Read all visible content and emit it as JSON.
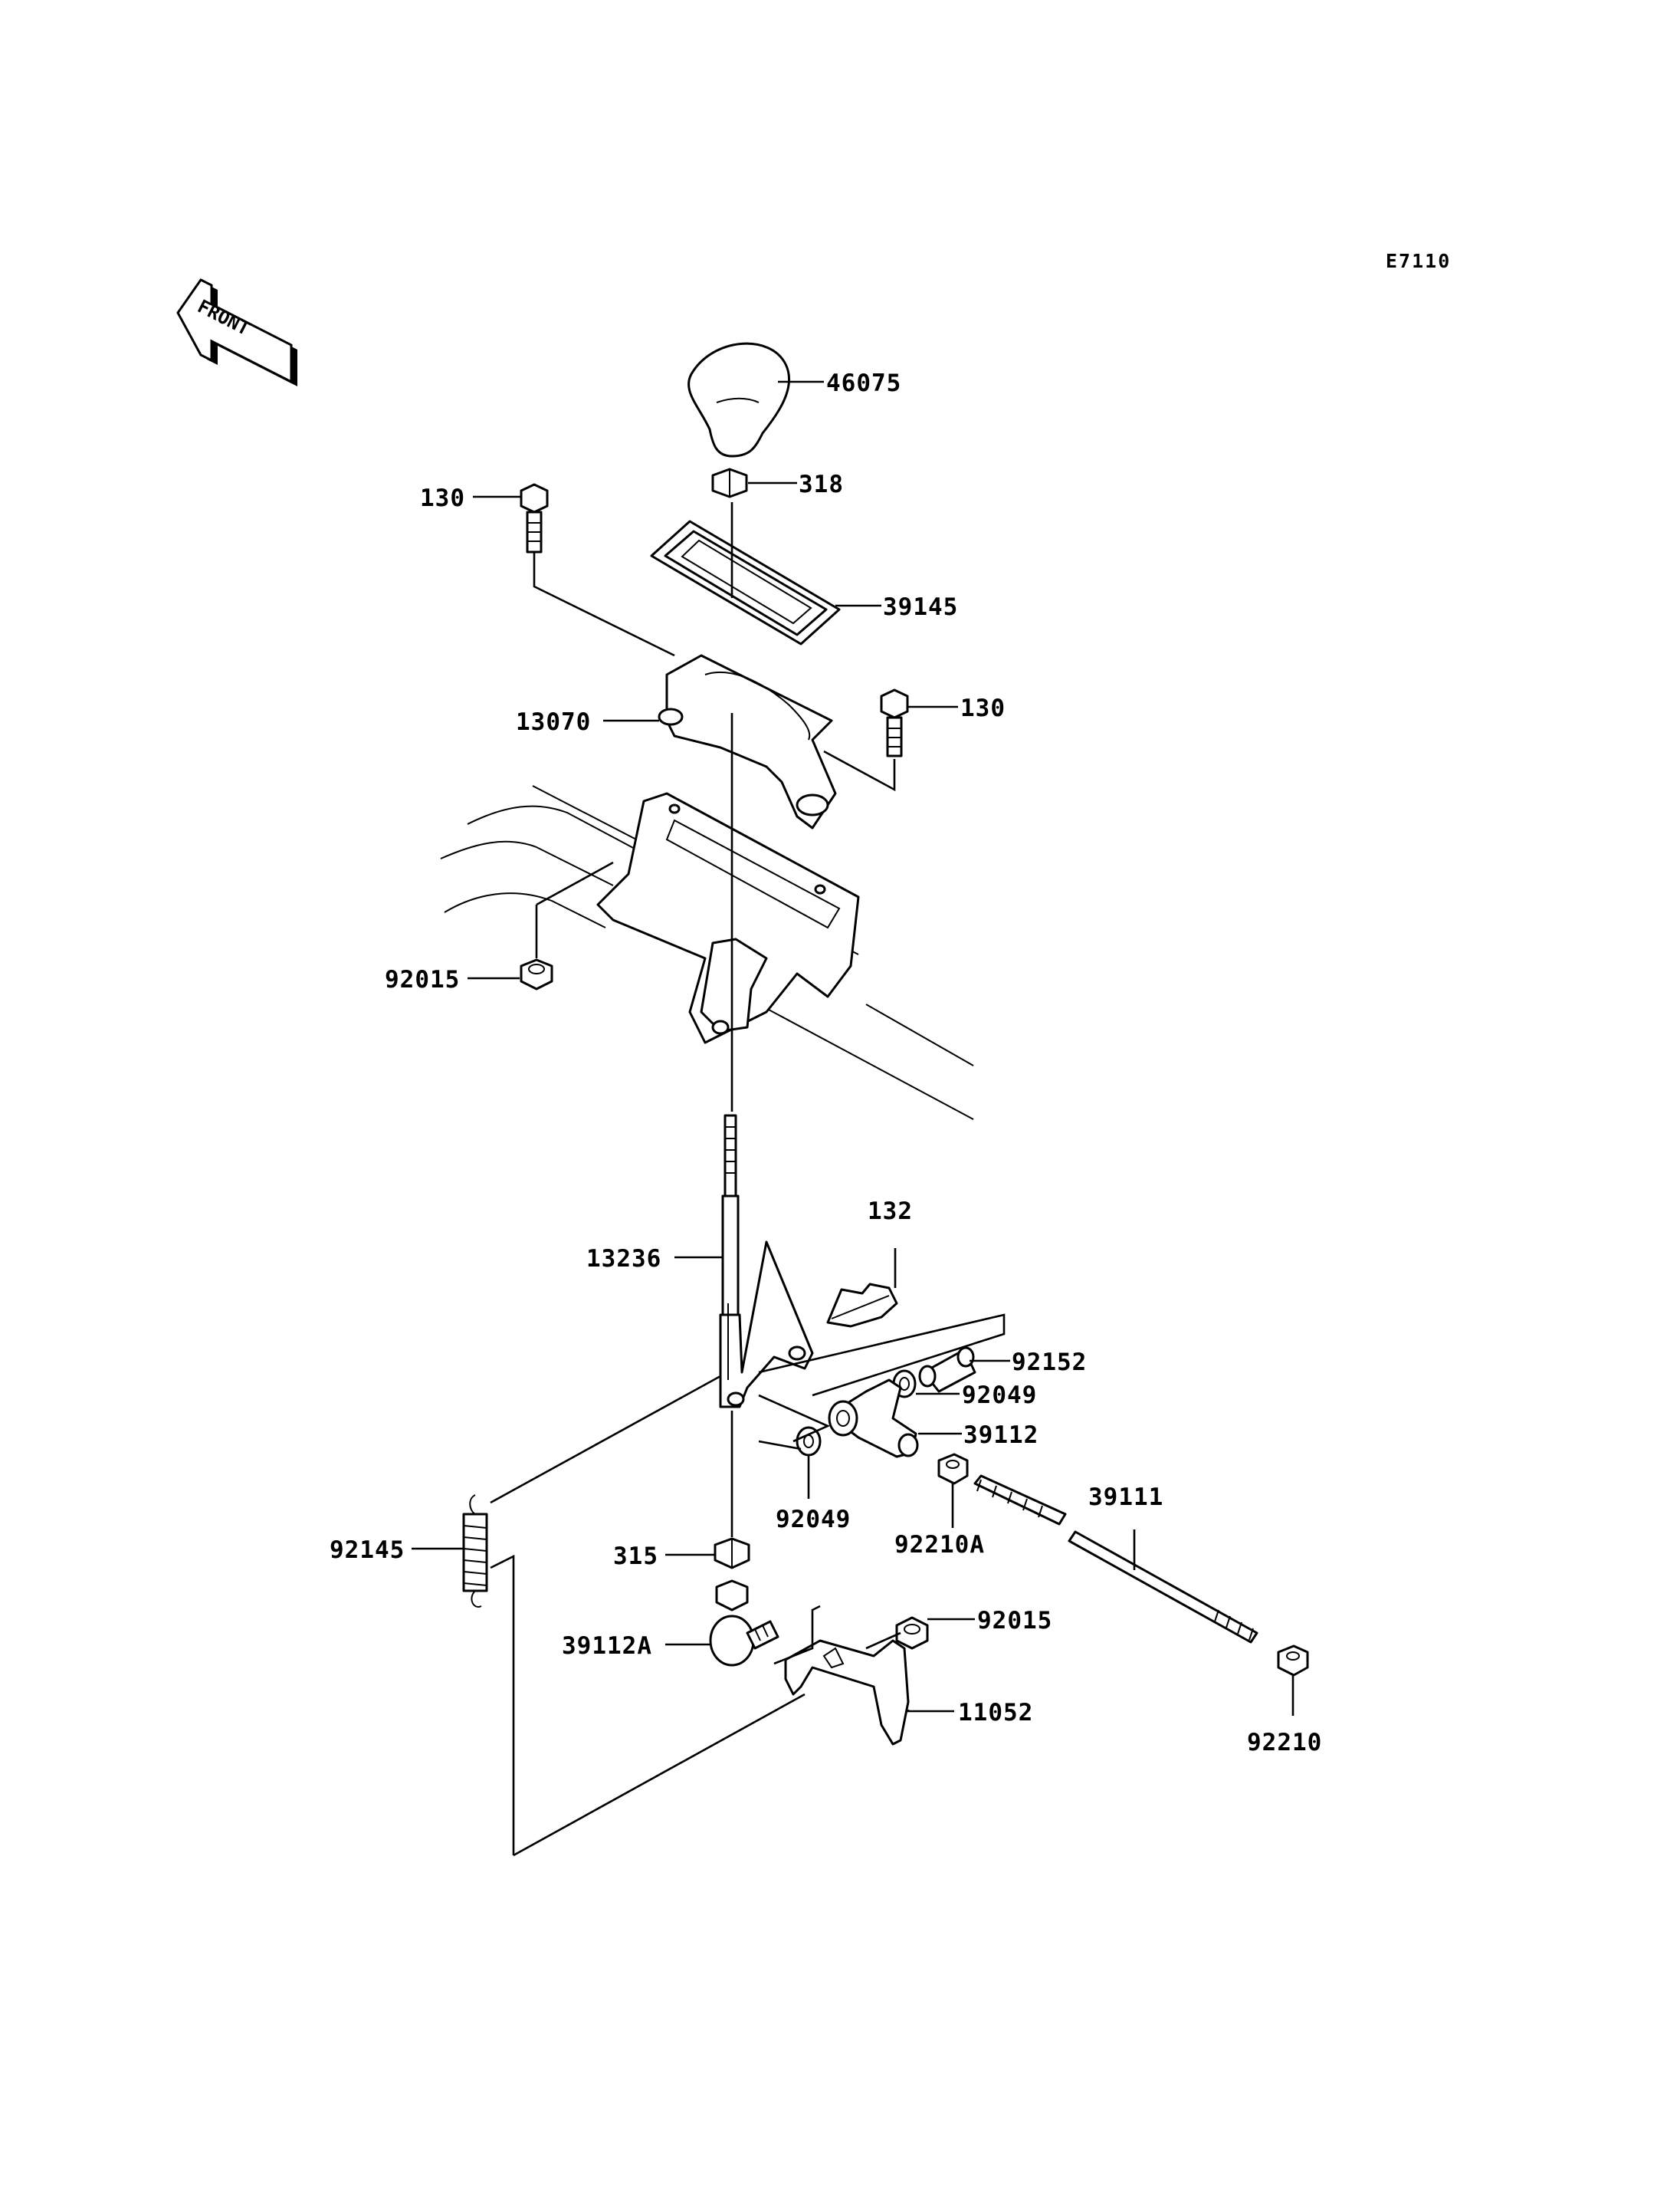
{
  "diagram_code": "E7110",
  "front_arrow": {
    "text": "FRONT",
    "icon": "front-direction-arrow-icon"
  },
  "callouts": [
    {
      "id": "46075",
      "label": "46075"
    },
    {
      "id": "318",
      "label": "318"
    },
    {
      "id": "130-top",
      "label": "130"
    },
    {
      "id": "39145",
      "label": "39145"
    },
    {
      "id": "130-right",
      "label": "130"
    },
    {
      "id": "13070",
      "label": "13070"
    },
    {
      "id": "92015-top",
      "label": "92015"
    },
    {
      "id": "132",
      "label": "132"
    },
    {
      "id": "13236",
      "label": "13236"
    },
    {
      "id": "92152",
      "label": "92152"
    },
    {
      "id": "92049-right",
      "label": "92049"
    },
    {
      "id": "39112",
      "label": "39112"
    },
    {
      "id": "92049-left",
      "label": "92049"
    },
    {
      "id": "92210A",
      "label": "92210A"
    },
    {
      "id": "39111",
      "label": "39111"
    },
    {
      "id": "92145",
      "label": "92145"
    },
    {
      "id": "315",
      "label": "315"
    },
    {
      "id": "92015-bottom",
      "label": "92015"
    },
    {
      "id": "39112A",
      "label": "39112A"
    },
    {
      "id": "11052",
      "label": "11052"
    },
    {
      "id": "92210",
      "label": "92210"
    }
  ]
}
